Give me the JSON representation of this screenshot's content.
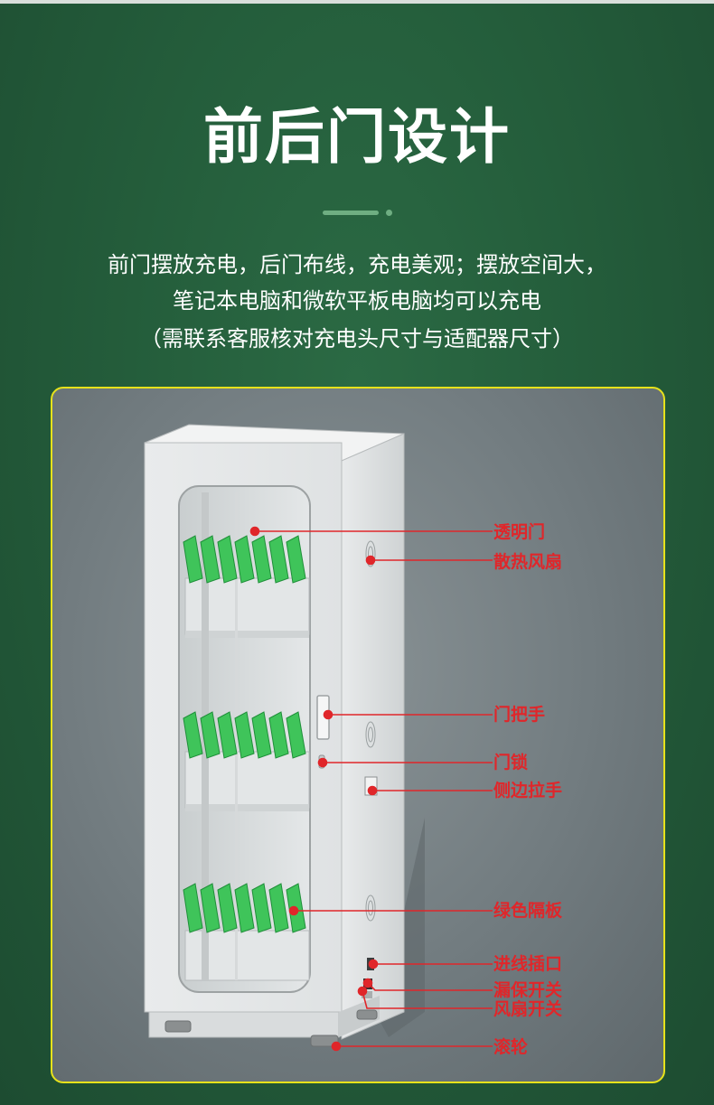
{
  "title": "前后门设计",
  "description": [
    "前门摆放充电，后门布线，充电美观；摆放空间大，",
    "笔记本电脑和微软平板电脑均可以充电",
    "（需联系客服核对充电头尺寸与适配器尺寸）"
  ],
  "accent_color": "#e7e21b",
  "callout_color": "#e0262a",
  "callouts": [
    {
      "label": "透明门"
    },
    {
      "label": "散热风扇"
    },
    {
      "label": "门把手"
    },
    {
      "label": "门锁"
    },
    {
      "label": "侧边拉手"
    },
    {
      "label": "绿色隔板"
    },
    {
      "label": "进线插口"
    },
    {
      "label": "漏保开关"
    },
    {
      "label": "风扇开关"
    },
    {
      "label": "滚轮"
    }
  ]
}
